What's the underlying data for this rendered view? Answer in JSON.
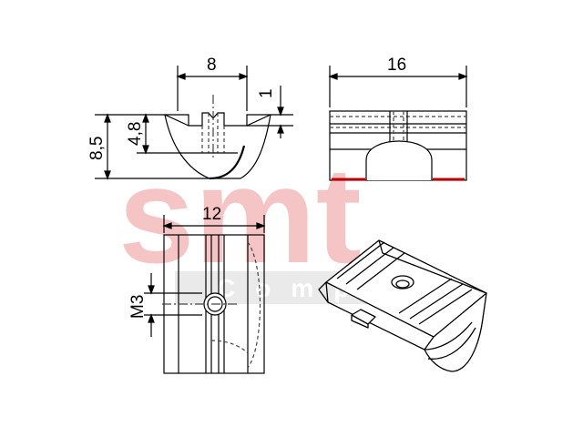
{
  "watermark": {
    "logo_text": "smt",
    "sub_text": "Comp",
    "logo_color": "#f5c4c4",
    "band_color": "#d9d9d9"
  },
  "dimensions": {
    "front_width": "8",
    "front_top": "1",
    "front_height_total": "8,5",
    "front_height_inner": "4,8",
    "side_length": "16",
    "top_width": "12",
    "thread": "M3"
  },
  "colors": {
    "line": "#000000",
    "dash": "#444444",
    "accent_red": "#c00000"
  }
}
